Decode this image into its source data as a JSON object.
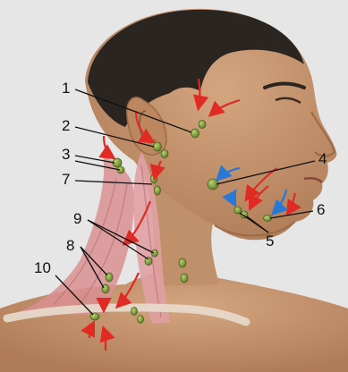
{
  "figure": {
    "labels": [
      "1",
      "2",
      "3",
      "4",
      "5",
      "6",
      "7",
      "8",
      "9",
      "10"
    ]
  },
  "colors": {
    "background": "#e6e6e6",
    "skin": "#c99a74",
    "skin_shadow": "#a87652",
    "hair": "#2b2521",
    "muscle": "#d98f92",
    "node": "#8ea94a",
    "arrow_red": "#e02a24",
    "arrow_blue": "#2a78d6"
  },
  "icons": [
    "lymph-node-icon",
    "red-arrow-icon",
    "blue-arrow-icon"
  ]
}
